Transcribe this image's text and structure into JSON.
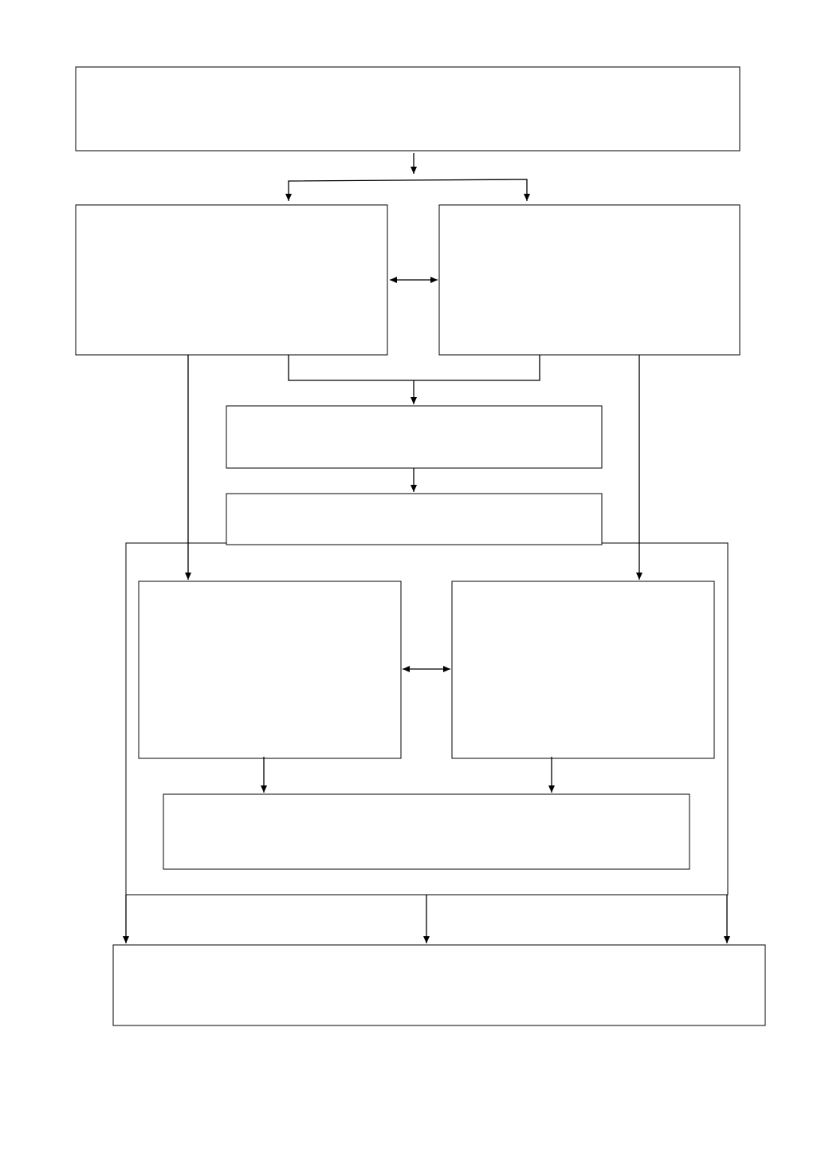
{
  "diagram": {
    "type": "flowchart",
    "colors": {
      "stroke": "#000000",
      "background": "#ffffff"
    },
    "nodes": [
      {
        "id": "top-box",
        "label": ""
      },
      {
        "id": "left-upper-box",
        "label": ""
      },
      {
        "id": "right-upper-box",
        "label": ""
      },
      {
        "id": "middle-box-1",
        "label": ""
      },
      {
        "id": "middle-box-2",
        "label": ""
      },
      {
        "id": "group-container",
        "label": ""
      },
      {
        "id": "left-lower-box",
        "label": ""
      },
      {
        "id": "right-lower-box",
        "label": ""
      },
      {
        "id": "inner-bottom-box",
        "label": ""
      },
      {
        "id": "bottom-box",
        "label": ""
      }
    ],
    "edges": [
      {
        "from": "top-box",
        "to": [
          "left-upper-box",
          "right-upper-box"
        ],
        "style": "split"
      },
      {
        "from": "left-upper-box",
        "to": "right-upper-box",
        "style": "bidirectional"
      },
      {
        "from": [
          "left-upper-box",
          "right-upper-box"
        ],
        "to": "middle-box-1",
        "style": "merge"
      },
      {
        "from": "middle-box-1",
        "to": "middle-box-2"
      },
      {
        "from": "left-upper-box",
        "to": "left-lower-box"
      },
      {
        "from": "right-upper-box",
        "to": "right-lower-box"
      },
      {
        "from": "left-lower-box",
        "to": "right-lower-box",
        "style": "bidirectional"
      },
      {
        "from": "left-lower-box",
        "to": "inner-bottom-box"
      },
      {
        "from": "right-lower-box",
        "to": "inner-bottom-box"
      },
      {
        "from": "group-container",
        "to": "bottom-box",
        "style": "triple"
      }
    ]
  }
}
